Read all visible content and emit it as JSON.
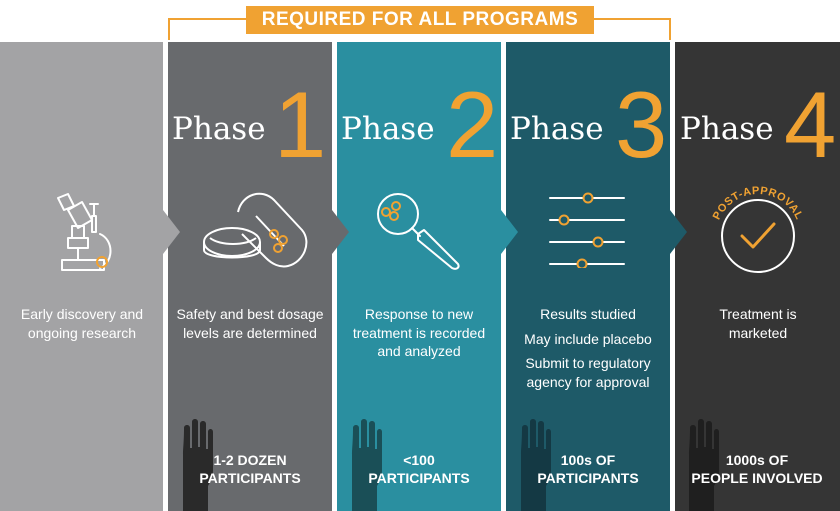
{
  "banner": {
    "text": "REQUIRED FOR ALL PROGRAMS"
  },
  "colors": {
    "accent": "#F0A232",
    "pre_phase": "#A3A3A5",
    "phase1": "#686A6D",
    "phase2": "#2A8FA0",
    "phase3": "#1E5A68",
    "phase4": "#353535"
  },
  "pre_phase": {
    "icon": "microscope-icon",
    "description": "Early discovery and ongoing research"
  },
  "phases": [
    {
      "word": "Phase",
      "number": "1",
      "icon": "pills-icon",
      "description": [
        "Safety and best dosage levels are determined"
      ],
      "participants_icon": "raised-hand-icon",
      "participants": [
        "1-2 DOZEN",
        "PARTICIPANTS"
      ]
    },
    {
      "word": "Phase",
      "number": "2",
      "icon": "magnifier-icon",
      "description": [
        "Response to new treatment is recorded and analyzed"
      ],
      "participants_icon": "raised-hand-icon",
      "participants": [
        "<100",
        "PARTICIPANTS"
      ]
    },
    {
      "word": "Phase",
      "number": "3",
      "icon": "sliders-icon",
      "description": [
        "Results studied",
        "May include placebo",
        "Submit to regulatory agency for approval"
      ],
      "participants_icon": "raised-hand-icon",
      "participants": [
        "100s OF",
        "PARTICIPANTS"
      ]
    },
    {
      "word": "Phase",
      "number": "4",
      "icon": "checkmark-circle-icon",
      "badge": "POST-APPROVAL",
      "description": [
        "Treatment is marketed"
      ],
      "participants_icon": "raised-hand-icon",
      "participants": [
        "1000s OF",
        "PEOPLE INVOLVED"
      ]
    }
  ]
}
